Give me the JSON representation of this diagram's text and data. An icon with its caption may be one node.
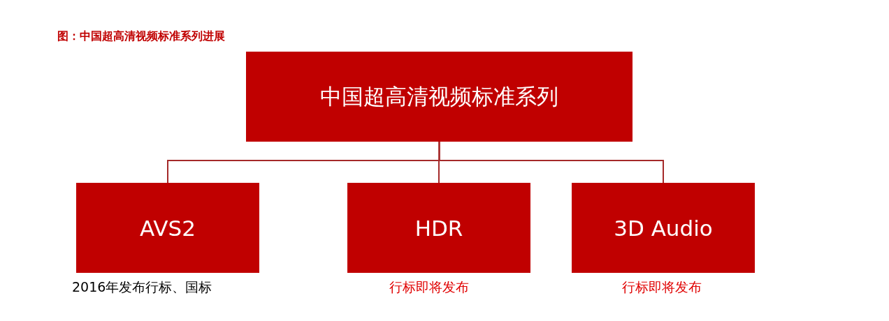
{
  "diagram": {
    "title": "图：中国超高清视频标准系列进展",
    "nodes": [
      {
        "text": [
          "中国超高清视频标准系列"
        ]
      },
      {
        "text": [
          "AVS2"
        ],
        "beside": [
          "2016年发布行标、国标"
        ]
      },
      {
        "text": [
          "HDR"
        ],
        "beside": [
          "行标即将发布"
        ]
      },
      {
        "text": [
          "3D Audio"
        ],
        "beside": [
          "行标即将发布"
        ]
      }
    ],
    "edges": [
      {
        "from": 0,
        "to": 1,
        "arrow": "none"
      },
      {
        "from": 0,
        "to": 2,
        "arrow": "none"
      },
      {
        "from": 0,
        "to": 3,
        "arrow": "none"
      }
    ]
  }
}
